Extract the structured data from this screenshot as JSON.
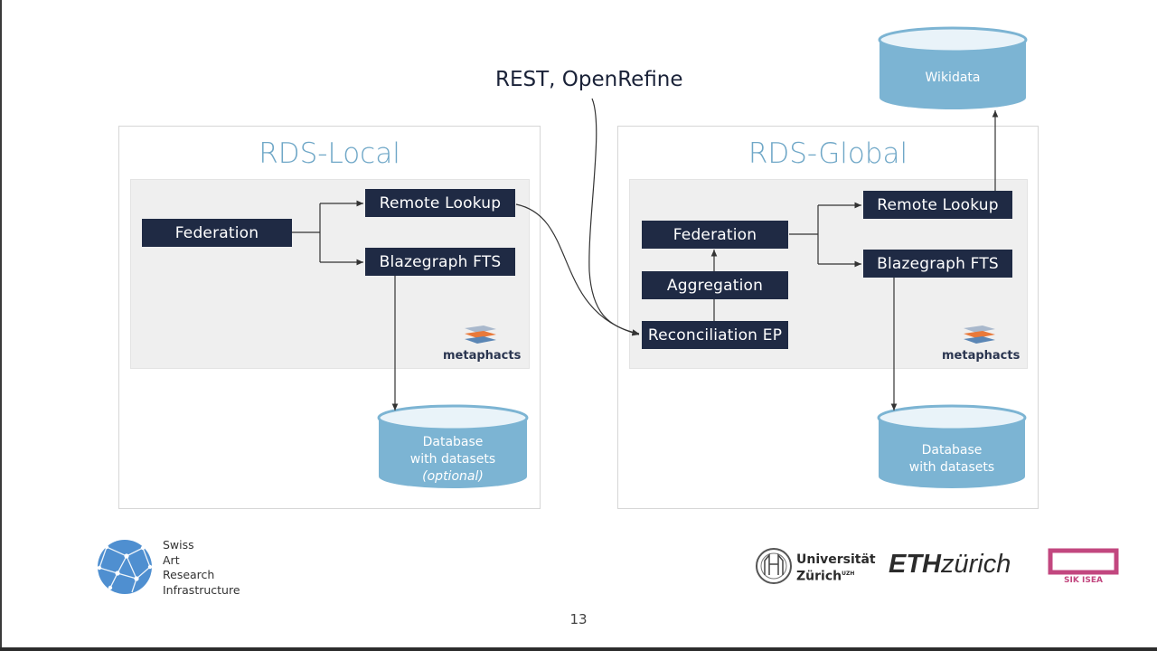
{
  "slide": {
    "page_number": "13",
    "protocol_label": "REST, OpenRefine"
  },
  "rds_local": {
    "title": "RDS-Local",
    "federation": "Federation",
    "remote_lookup": "Remote Lookup",
    "blazegraph_fts": "Blazegraph FTS",
    "brand": "metaphacts",
    "database_line1": "Database",
    "database_line2": "with datasets",
    "database_line3": "(optional)"
  },
  "rds_global": {
    "title": "RDS-Global",
    "federation": "Federation",
    "aggregation": "Aggregation",
    "reconciliation": "Reconciliation EP",
    "remote_lookup": "Remote Lookup",
    "blazegraph_fts": "Blazegraph FTS",
    "brand": "metaphacts",
    "database_line1": "Database",
    "database_line2": "with datasets"
  },
  "wikidata": {
    "label": "Wikidata"
  },
  "footer": {
    "sari_line1": "Swiss",
    "sari_line2": "Art",
    "sari_line3": "Research",
    "sari_line4": "Infrastructure",
    "uzh_line1": "Universität",
    "uzh_line2": "Zürich",
    "uzh_sup": "UZH",
    "eth_bold": "ETH",
    "eth_rest": "zürich",
    "sik": "SIK ISEA"
  },
  "colors": {
    "box_navy": "#1f2a44",
    "title_blue": "#6fa7c7",
    "cylinder_blue": "#7cb4d3",
    "sik_magenta": "#c2477f"
  }
}
